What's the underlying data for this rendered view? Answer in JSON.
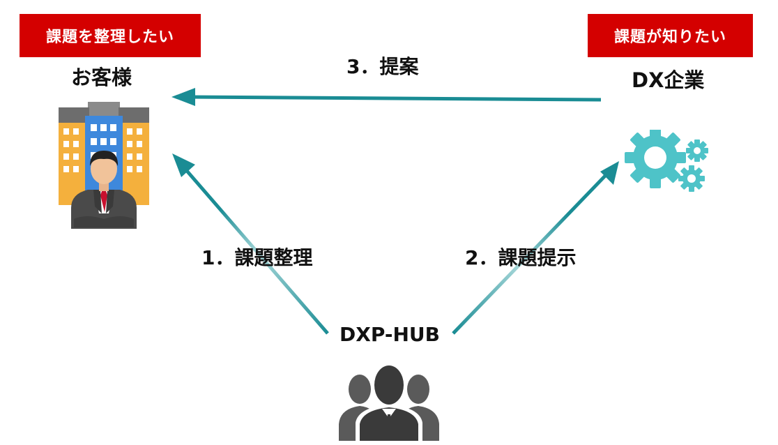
{
  "tags": {
    "customer_need": "課題を整理したい",
    "dx_need": "課題が知りたい"
  },
  "nodes": {
    "customer": "お客様",
    "dx_company": "DX企業",
    "hub": "DXP-HUB"
  },
  "steps": {
    "step1": "1．課題整理",
    "step2": "2．課題提示",
    "step3": "3．提案"
  },
  "colors": {
    "tag_background": "#d40000",
    "arrow": "#1a8c94",
    "gear": "#4ec3c8",
    "people_icon": "#3a3a3a"
  },
  "icons": {
    "customer": "building-businessman-icon",
    "dx_company": "gears-icon",
    "hub": "group-people-icon"
  }
}
